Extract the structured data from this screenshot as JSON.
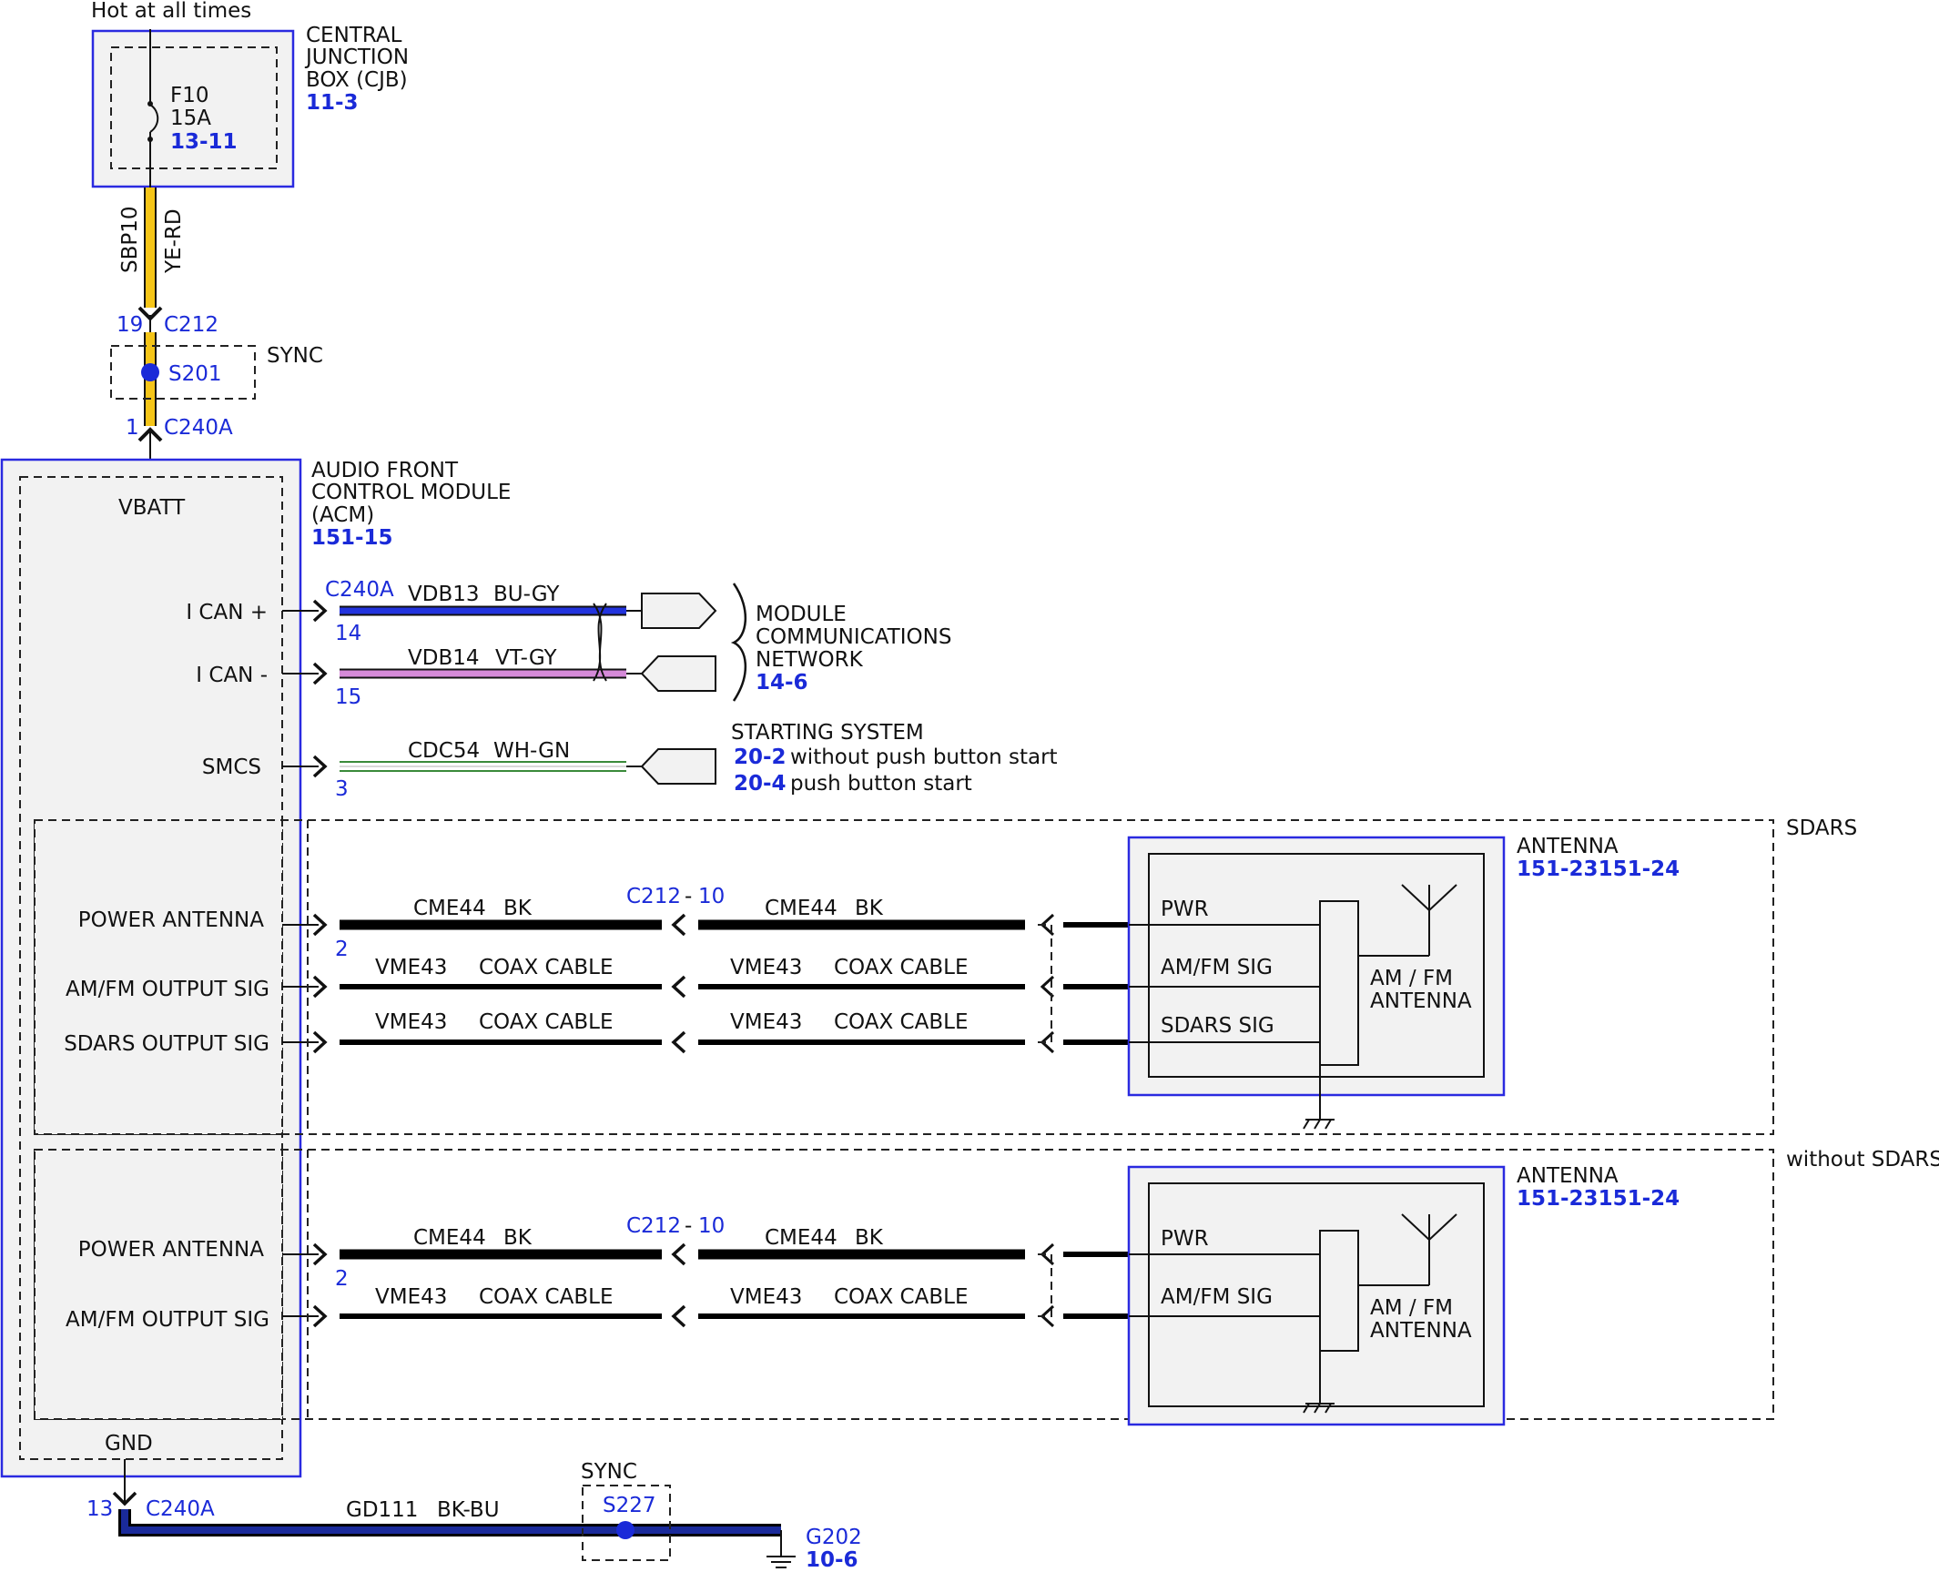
{
  "header": {
    "hot_label": "Hot at all times"
  },
  "cjb": {
    "name_lines": [
      "CENTRAL",
      "JUNCTION",
      "BOX (CJB)"
    ],
    "ref": "11-3",
    "fuse": {
      "id": "F10",
      "rating": "15A",
      "ref": "13-11"
    }
  },
  "feed_wire": {
    "circuit": "SBP10",
    "color": "YE-RD",
    "color_hex": "#f5c518"
  },
  "c212_top": {
    "pin": "19",
    "connector": "C212"
  },
  "splice_top": {
    "id": "S201",
    "label": "SYNC"
  },
  "c240a_top": {
    "pin": "1",
    "connector": "C240A"
  },
  "acm": {
    "name_lines": [
      "AUDIO FRONT",
      "CONTROL MODULE",
      "(ACM)"
    ],
    "ref": "151-15",
    "vbatt": "VBATT",
    "gnd": "GND"
  },
  "can": {
    "connector": "C240A",
    "plus": {
      "label": "I CAN +",
      "pin": "14",
      "circuit": "VDB13",
      "color": "BU-GY",
      "color_hex": "#2233dd"
    },
    "minus": {
      "label": "I CAN -",
      "pin": "15",
      "circuit": "VDB14",
      "color": "VT-GY",
      "color_hex": "#d58ad8"
    },
    "network_lines": [
      "MODULE",
      "COMMUNICATIONS",
      "NETWORK"
    ],
    "network_ref": "14-6"
  },
  "smcs": {
    "label": "SMCS",
    "pin": "3",
    "circuit": "CDC54",
    "color": "WH-GN",
    "dest_title": "STARTING SYSTEM",
    "refs": [
      {
        "ref": "20-2",
        "text": "without push button start"
      },
      {
        "ref": "20-4",
        "text": "push button start"
      }
    ]
  },
  "sdars": {
    "variant": "SDARS",
    "antenna_title": "ANTENNA",
    "antenna_ref": "151-23151-24",
    "antenna_name_lines": [
      "AM / FM",
      "ANTENNA"
    ],
    "c212_label": "C212",
    "c212_pin": "10",
    "rows": [
      {
        "label": "POWER ANTENNA",
        "pin": "2",
        "circuit": "CME44",
        "color": "BK",
        "ant_pin": "PWR"
      },
      {
        "label": "AM/FM OUTPUT SIG",
        "circuit": "VME43",
        "color": "COAX CABLE",
        "ant_pin": "AM/FM SIG"
      },
      {
        "label": "SDARS OUTPUT SIG",
        "circuit": "VME43",
        "color": "COAX CABLE",
        "ant_pin": "SDARS SIG"
      }
    ]
  },
  "nosdars": {
    "variant": "without SDARS",
    "antenna_title": "ANTENNA",
    "antenna_ref": "151-23151-24",
    "antenna_name_lines": [
      "AM / FM",
      "ANTENNA"
    ],
    "c212_label": "C212",
    "c212_pin": "10",
    "rows": [
      {
        "label": "POWER ANTENNA",
        "pin": "2",
        "circuit": "CME44",
        "color": "BK",
        "ant_pin": "PWR"
      },
      {
        "label": "AM/FM OUTPUT SIG",
        "circuit": "VME43",
        "color": "COAX CABLE",
        "ant_pin": "AM/FM SIG"
      }
    ]
  },
  "ground": {
    "pin": "13",
    "connector": "C240A",
    "circuit": "GD111",
    "color": "BK-BU",
    "color_hex": "#1a2a9a",
    "splice_label": "SYNC",
    "splice_id": "S227",
    "ground_id": "G202",
    "ground_ref": "10-6"
  }
}
